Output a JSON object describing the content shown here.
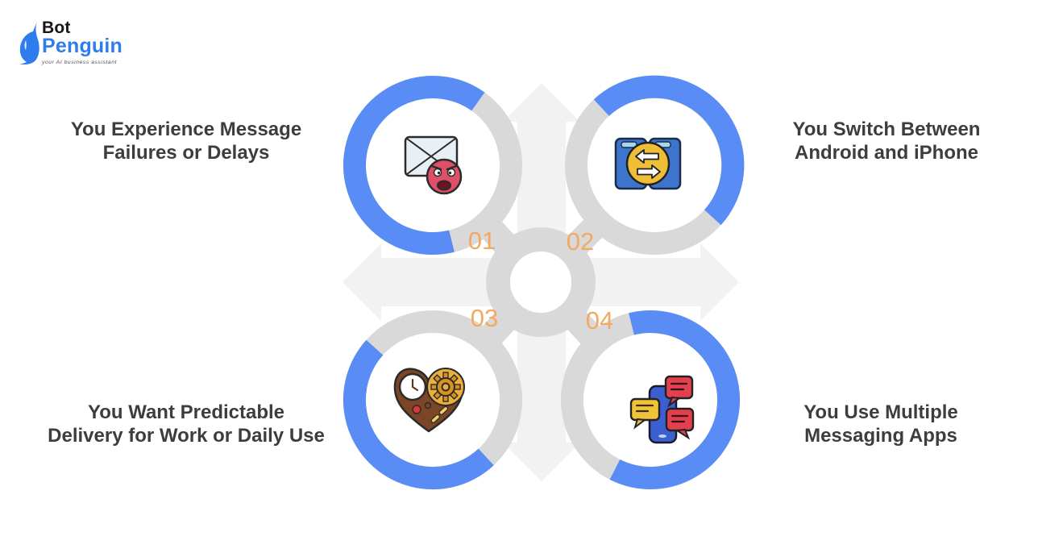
{
  "logo": {
    "bot": "Bot",
    "penguin": "Penguin",
    "tagline": "your AI business assistant"
  },
  "items": [
    {
      "number": "01",
      "line1": "You Experience Message",
      "line2": "Failures or Delays",
      "icon": "angry-email-icon"
    },
    {
      "number": "02",
      "line1": "You Switch Between",
      "line2": "Android and iPhone",
      "icon": "phone-switch-icon"
    },
    {
      "number": "03",
      "line1": "You Want Predictable",
      "line2": "Delivery for Work or Daily Use",
      "icon": "clock-gear-heart-icon"
    },
    {
      "number": "04",
      "line1": "You Use Multiple",
      "line2": "Messaging Apps",
      "icon": "chat-bubbles-phone-icon"
    }
  ],
  "colors": {
    "accent_blue": "#5a8cf5",
    "ring_gray": "#d9d9d9",
    "arrow_light_gray": "#f2f2f3",
    "number_orange": "#f4a961",
    "text_dark": "#3d3d3d",
    "logo_blue": "#2e7cee",
    "background": "#ffffff"
  }
}
